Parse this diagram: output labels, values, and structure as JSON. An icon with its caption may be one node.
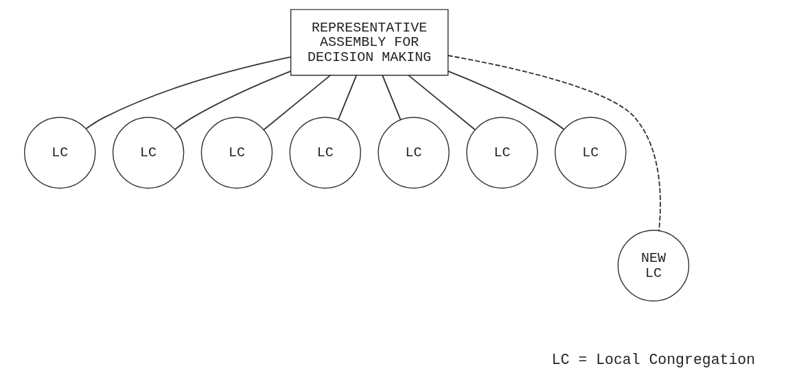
{
  "diagram": {
    "nodes": [
      {
        "text": [
          "REPRESENTATIVE ASSEMBLY FOR DECISION MAKING"
        ]
      },
      {
        "text": [
          "LC"
        ]
      },
      {
        "text": [
          "LC"
        ]
      },
      {
        "text": [
          "LC"
        ]
      },
      {
        "text": [
          "LC"
        ]
      },
      {
        "text": [
          "LC"
        ]
      },
      {
        "text": [
          "LC"
        ]
      },
      {
        "text": [
          "LC"
        ]
      },
      {
        "text": [
          "NEW LC"
        ]
      }
    ],
    "edges": [
      {
        "from": 0,
        "to": 1,
        "arrow": "none"
      },
      {
        "from": 0,
        "to": 2,
        "arrow": "none"
      },
      {
        "from": 0,
        "to": 3,
        "arrow": "none"
      },
      {
        "from": 0,
        "to": 4,
        "arrow": "none"
      },
      {
        "from": 0,
        "to": 5,
        "arrow": "none"
      },
      {
        "from": 0,
        "to": 6,
        "arrow": "none"
      },
      {
        "from": 0,
        "to": 7,
        "arrow": "none"
      },
      {
        "from": 0,
        "to": 8,
        "arrow": "none",
        "style": "dashed"
      }
    ],
    "labels": [
      "LC = Local Congregation"
    ]
  }
}
